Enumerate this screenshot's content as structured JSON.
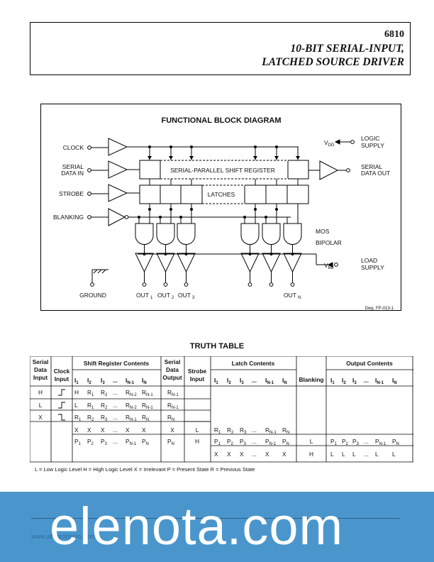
{
  "header": {
    "part_number": "6810",
    "title_line1": "10-BIT SERIAL-INPUT,",
    "title_line2": "LATCHED SOURCE DRIVER"
  },
  "diagram": {
    "title": "FUNCTIONAL BLOCK DIAGRAM",
    "clock": "CLOCK",
    "serial_data_in_1": "SERIAL",
    "serial_data_in_2": "DATA IN",
    "strobe": "STROBE",
    "blanking": "BLANKING",
    "shift_register": "SERIAL-PARALLEL SHIFT REGISTER",
    "latches": "LATCHES",
    "vdd": "V",
    "vdd_sub": "DD",
    "logic_supply_1": "LOGIC",
    "logic_supply_2": "SUPPLY",
    "serial_out_1": "SERIAL",
    "serial_out_2": "DATA OUT",
    "mos": "MOS",
    "bipolar": "BIPOLAR",
    "vbb": "V",
    "vbb_sub": "BB",
    "load_supply_1": "LOAD",
    "load_supply_2": "SUPPLY",
    "ground": "GROUND",
    "out": "OUT",
    "out1_sub": "1",
    "out2_sub": "2",
    "out3_sub": "3",
    "outn_sub": "N",
    "dwg": "Dwg. FP-013-1"
  },
  "truth_table": {
    "title": "TRUTH TABLE",
    "h_serial_data_input": [
      "Serial",
      "Data",
      "Input"
    ],
    "h_clock_input": [
      "Clock",
      "Input"
    ],
    "h_shift_register": "Shift Register Contents",
    "h_serial_data_output": [
      "Serial",
      "Data",
      "Output"
    ],
    "h_strobe_input": [
      "Strobe",
      "Input"
    ],
    "h_latch": "Latch Contents",
    "h_blanking": "Blanking",
    "h_output": "Output Contents",
    "col_labels": [
      "I",
      "I",
      "I",
      "...",
      "I",
      "I"
    ],
    "col_subs": [
      "1",
      "2",
      "3",
      "",
      "N-1",
      "N"
    ],
    "row1": {
      "input": "H",
      "clock": "rise",
      "shift": [
        "H",
        "R",
        "R",
        "...",
        "R",
        "R"
      ],
      "shift_subs": [
        "",
        "1",
        "2",
        "",
        "N-2",
        "N-1"
      ],
      "out": "R",
      "out_sub": "N-1"
    },
    "row2": {
      "input": "L",
      "clock": "rise",
      "shift": [
        "L",
        "R",
        "R",
        "...",
        "R",
        "R"
      ],
      "shift_subs": [
        "",
        "1",
        "2",
        "",
        "N-2",
        "N-1"
      ],
      "out": "R",
      "out_sub": "N-1"
    },
    "row3": {
      "input": "X",
      "clock": "fall",
      "shift": [
        "R",
        "R",
        "R",
        "...",
        "R",
        "R"
      ],
      "shift_subs": [
        "1",
        "2",
        "3",
        "",
        "N-1",
        "N"
      ],
      "out": "R",
      "out_sub": "N"
    },
    "row4": {
      "shift": [
        "X",
        "X",
        "X",
        "...",
        "X",
        "X"
      ],
      "out": "X",
      "strobe": "L",
      "latch": [
        "R",
        "R",
        "R",
        "...",
        "R",
        "R"
      ],
      "latch_subs": [
        "1",
        "2",
        "3",
        "",
        "N-1",
        "N"
      ]
    },
    "row5": {
      "shift": [
        "P",
        "P",
        "P",
        "...",
        "P",
        "P"
      ],
      "shift_subs": [
        "1",
        "2",
        "3",
        "",
        "N-1",
        "N"
      ],
      "out": "P",
      "out_sub": "N",
      "strobe": "H",
      "latch": [
        "P",
        "P",
        "P",
        "...",
        "P",
        "P"
      ],
      "latch_subs": [
        "1",
        "2",
        "3",
        "",
        "N-1",
        "N"
      ],
      "blanking": "L",
      "output": [
        "P",
        "P",
        "P",
        "...",
        "P",
        "P"
      ],
      "output_subs": [
        "1",
        "2",
        "3",
        "",
        "N-1",
        "N"
      ]
    },
    "row6": {
      "latch": [
        "X",
        "X",
        "X",
        "...",
        "X",
        "X"
      ],
      "blanking": "H",
      "output": [
        "L",
        "L",
        "L",
        "...",
        "L",
        "L"
      ]
    },
    "legend": "L = Low Logic Level    H = High Logic Level    X = Irrelevant    P = Present State    R = Previous State"
  },
  "watermark": {
    "brand": "elenota.com",
    "url": "www.allegromicro.com"
  }
}
